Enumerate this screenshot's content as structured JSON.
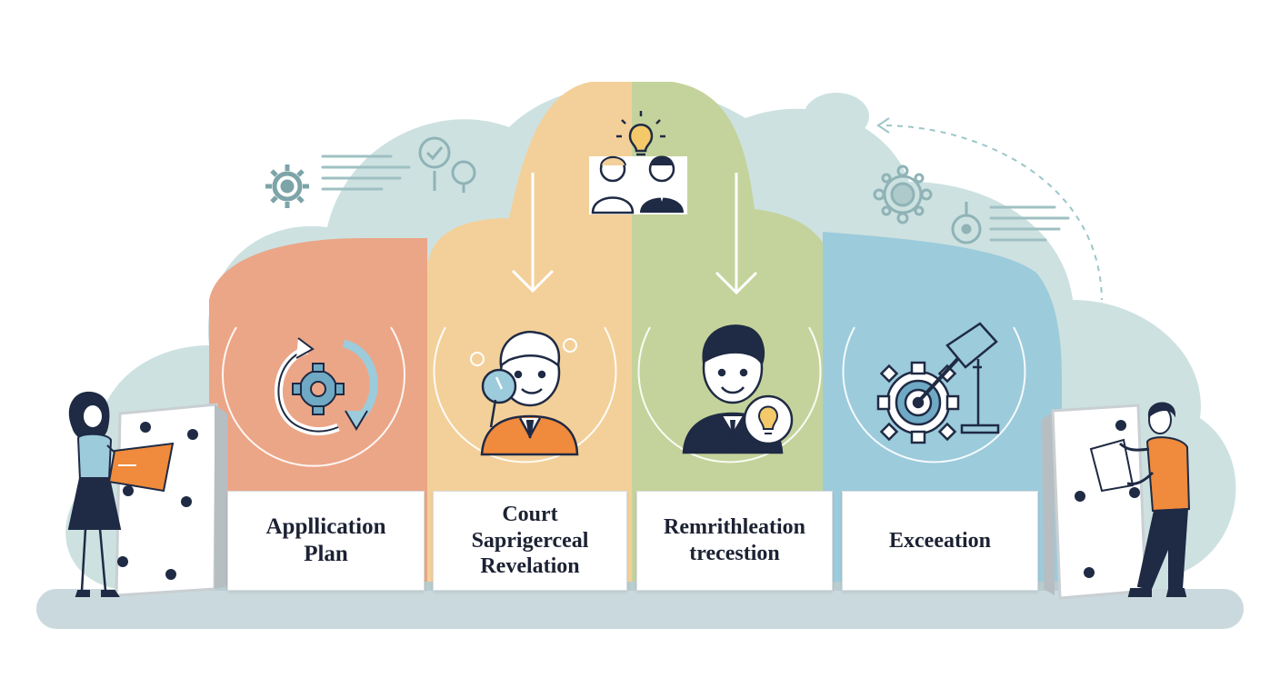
{
  "stages": [
    {
      "id": "stage-1",
      "lines": [
        "Appllication",
        "Plan"
      ],
      "color": "#eba687",
      "icon": "refresh-gear-icon"
    },
    {
      "id": "stage-2",
      "lines": [
        "Court",
        "Saprigerceal",
        "Revelation"
      ],
      "color": "#f3d09a",
      "icon": "person-magnifier-icon"
    },
    {
      "id": "stage-3",
      "lines": [
        "Remrithleation",
        "trecestion"
      ],
      "color": "#c4d39b",
      "icon": "businessman-idea-icon"
    },
    {
      "id": "stage-4",
      "lines": [
        "Exceeation"
      ],
      "color": "#9ccbdb",
      "icon": "gear-tool-icon"
    }
  ],
  "colors": {
    "cloud": "#cde1e1",
    "navy": "#1f2a44",
    "orange": "#f08a3c",
    "ground": "#cad9dd"
  }
}
